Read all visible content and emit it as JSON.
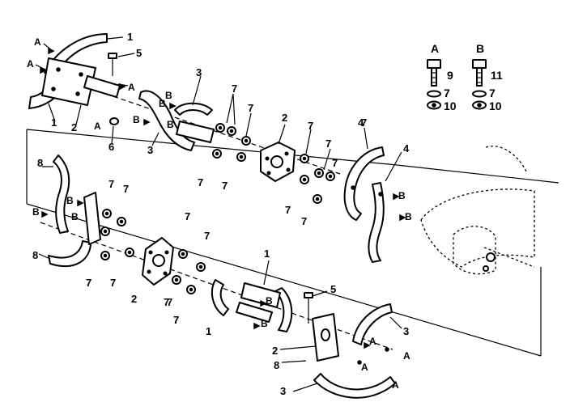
{
  "colors": {
    "ink": "#000000",
    "paper": "#ffffff"
  },
  "legend": {
    "group_a": {
      "letter": "A",
      "bolt": "9",
      "washer": "7",
      "nut": "10"
    },
    "group_b": {
      "letter": "B",
      "bolt": "11",
      "washer": "7",
      "nut": "10"
    }
  },
  "callouts": {
    "c1": "1",
    "c2": "1",
    "c3": "2",
    "c4": "5",
    "c5": "A",
    "c6": "A",
    "c7": "A",
    "c8": "A",
    "c9": "6",
    "c10": "3",
    "c11": "B",
    "c12": "B",
    "c13": "B",
    "c14": "B",
    "c15": "3",
    "c16": "7",
    "c17": "7",
    "c18": "7",
    "c19": "7",
    "c20": "2",
    "c21": "7",
    "c22": "7",
    "c23": "7",
    "c24": "7",
    "c25": "7",
    "c26": "7",
    "c27": "4",
    "c28": "4",
    "c29": "B",
    "c30": "B",
    "c31": "8",
    "c32": "B",
    "c33": "B",
    "c34": "B",
    "c35": "8",
    "c36": "7",
    "c37": "7",
    "c38": "7",
    "c39": "7",
    "c40": "7",
    "c41": "2",
    "c42": "7",
    "c43": "7",
    "c44": "7",
    "c45": "1",
    "c46": "B",
    "c47": "B",
    "c48": "1",
    "c49": "5",
    "c50": "7",
    "c51": "7",
    "c52": "3",
    "c53": "A",
    "c54": "A",
    "c55": "2",
    "c56": "8",
    "c57": "A",
    "c58": "A",
    "c59": "3"
  }
}
